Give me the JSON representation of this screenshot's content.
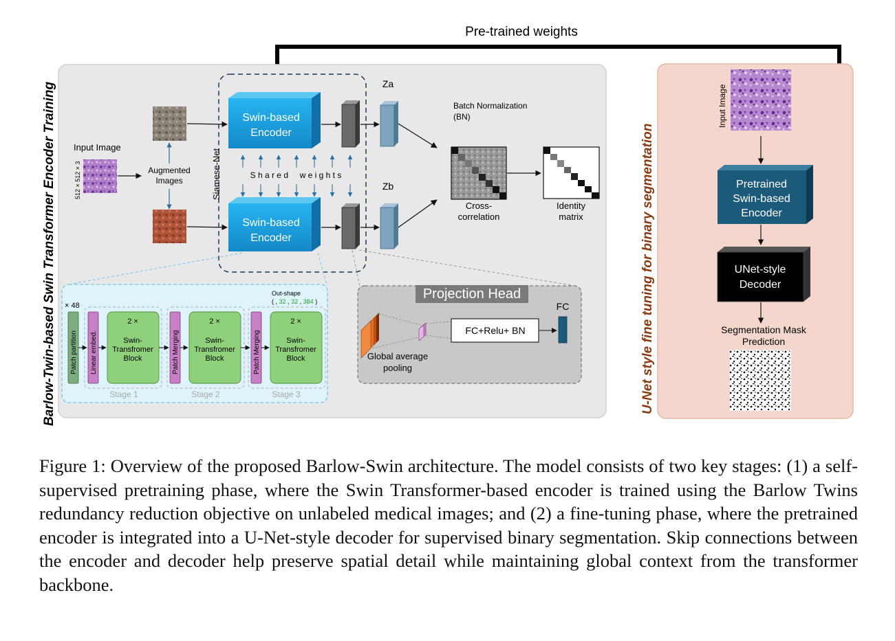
{
  "figure": {
    "top_label": "Pre-trained weights",
    "left_panel": {
      "vertical_title": "Barlow-Twin-based Swin Transformer  Encoder  Training",
      "input_image_label": "Input Image",
      "input_dims": "512 × 512 × 3",
      "augmented_label_line1": "Augmented",
      "augmented_label_line2": "Images",
      "siamese_label": "Siamese-Net",
      "encoder_top_line1": "Swin-based",
      "encoder_top_line2": "Encoder",
      "encoder_bottom_line1": "Swin-based",
      "encoder_bottom_line2": "Encoder",
      "shared_weights": "S h a r e d     w e i g h t s",
      "za_label": "Za",
      "zb_label": "Zb",
      "bn_line1": "Batch Normalization",
      "bn_line2": "(BN)",
      "cross_line1": "Cross-",
      "cross_line2": "correlation",
      "identity_line1": "Identity",
      "identity_line2": "matrix"
    },
    "stages_panel": {
      "times48": "× 48",
      "outshape_label": "Out-shape",
      "outshape_open": "( ,",
      "outshape_v1": "32",
      "outshape_sep1": ",",
      "outshape_v2": "32",
      "outshape_sep2": ",",
      "outshape_v3": "384",
      "outshape_close": ")",
      "patch_partition": "Patch partition",
      "linear_embed": "Linear embed.",
      "patch_merging_1": "Patch Merging",
      "patch_merging_2": "Patch Merging",
      "block_repeat": "2 ×",
      "block_line1": "Swin-",
      "block_line2": "Transfromer",
      "block_line3": "Block",
      "stage1": "Stage 1",
      "stage2": "Stage 2",
      "stage3": "Stage 3"
    },
    "projection_panel": {
      "title": "Projection Head",
      "fc_label": "FC",
      "fc_relu_bn": "FC+Relu+ BN",
      "gap_line1": "Global average",
      "gap_line2": "pooling"
    },
    "right_panel": {
      "vertical_title": "U-Net style fine tuning for binary segmentation",
      "input_image_label": "Input Image",
      "pretrained_line1": "Pretrained",
      "pretrained_line2": "Swin-based",
      "pretrained_line3": "Encoder",
      "decoder_line1": "UNet-style",
      "decoder_line2": "Decoder",
      "seg_line1": "Segmentation Mask",
      "seg_line2": "Prediction"
    },
    "colors": {
      "encoder_blue": "#1a9fdc",
      "pretrained_navy": "#1c5a7a",
      "stage_green": "#8fd07a",
      "patch_purple": "#c77fc6",
      "panel_grey": "#e8e8e8",
      "right_panel_pink": "#f4d6cc",
      "stages_cyan": "#dff3fb",
      "title_brown": "#8a3a10",
      "outshape_green": "#1aa52a"
    }
  },
  "caption": {
    "text": "Figure 1: Overview of the proposed Barlow-Swin architecture. The model consists of two key stages: (1) a self-supervised pretraining phase, where the Swin Transformer-based encoder is trained using the Barlow Twins redundancy reduction objective on unlabeled medical images; and (2) a fine-tuning phase, where the pretrained encoder is integrated into a U-Net-style decoder for supervised binary segmentation. Skip connections between the encoder and decoder help preserve spatial detail while maintaining global context from the transformer backbone."
  }
}
